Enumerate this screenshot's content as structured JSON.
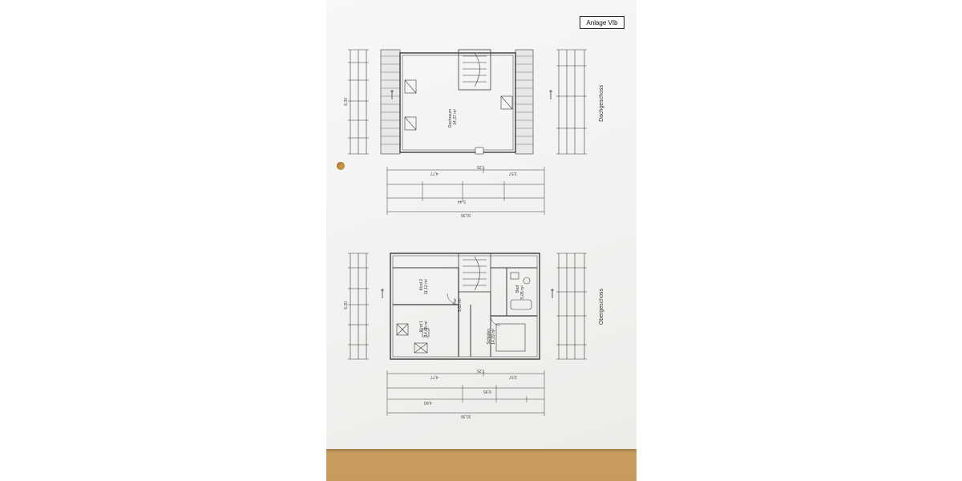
{
  "document": {
    "badge": "Anlage VIb",
    "dachgeschoss": {
      "title": "Dachgeschoss",
      "room_name": "Dachraum",
      "room_area": "34,37 m²",
      "dim_total": "7,25",
      "dim_outer": "10,36",
      "dim_width": "6,30",
      "dim_left": "4,77",
      "dim_right": "3,57",
      "dim_mid": "5,44"
    },
    "obergeschoss": {
      "title": "Obergeschoss",
      "room_kind2": "Kind 2",
      "room_kind2_area": "11,12 m²",
      "room_kind1": "Kind 1",
      "room_kind1_area": "14,08 m²",
      "room_flur": "Flur",
      "room_flur_area": "5,63 m²",
      "room_bad": "Bad",
      "room_bad_area": "5,05 m²",
      "room_schlafen": "Schlafen",
      "room_schlafen_area": "14,19 m²",
      "dim_total": "7,25",
      "dim_outer": "10,36",
      "dim_width": "6,30",
      "dim_left": "4,77",
      "dim_right": "3,57",
      "dim_a": "4,60",
      "dim_b": "6,95"
    }
  }
}
